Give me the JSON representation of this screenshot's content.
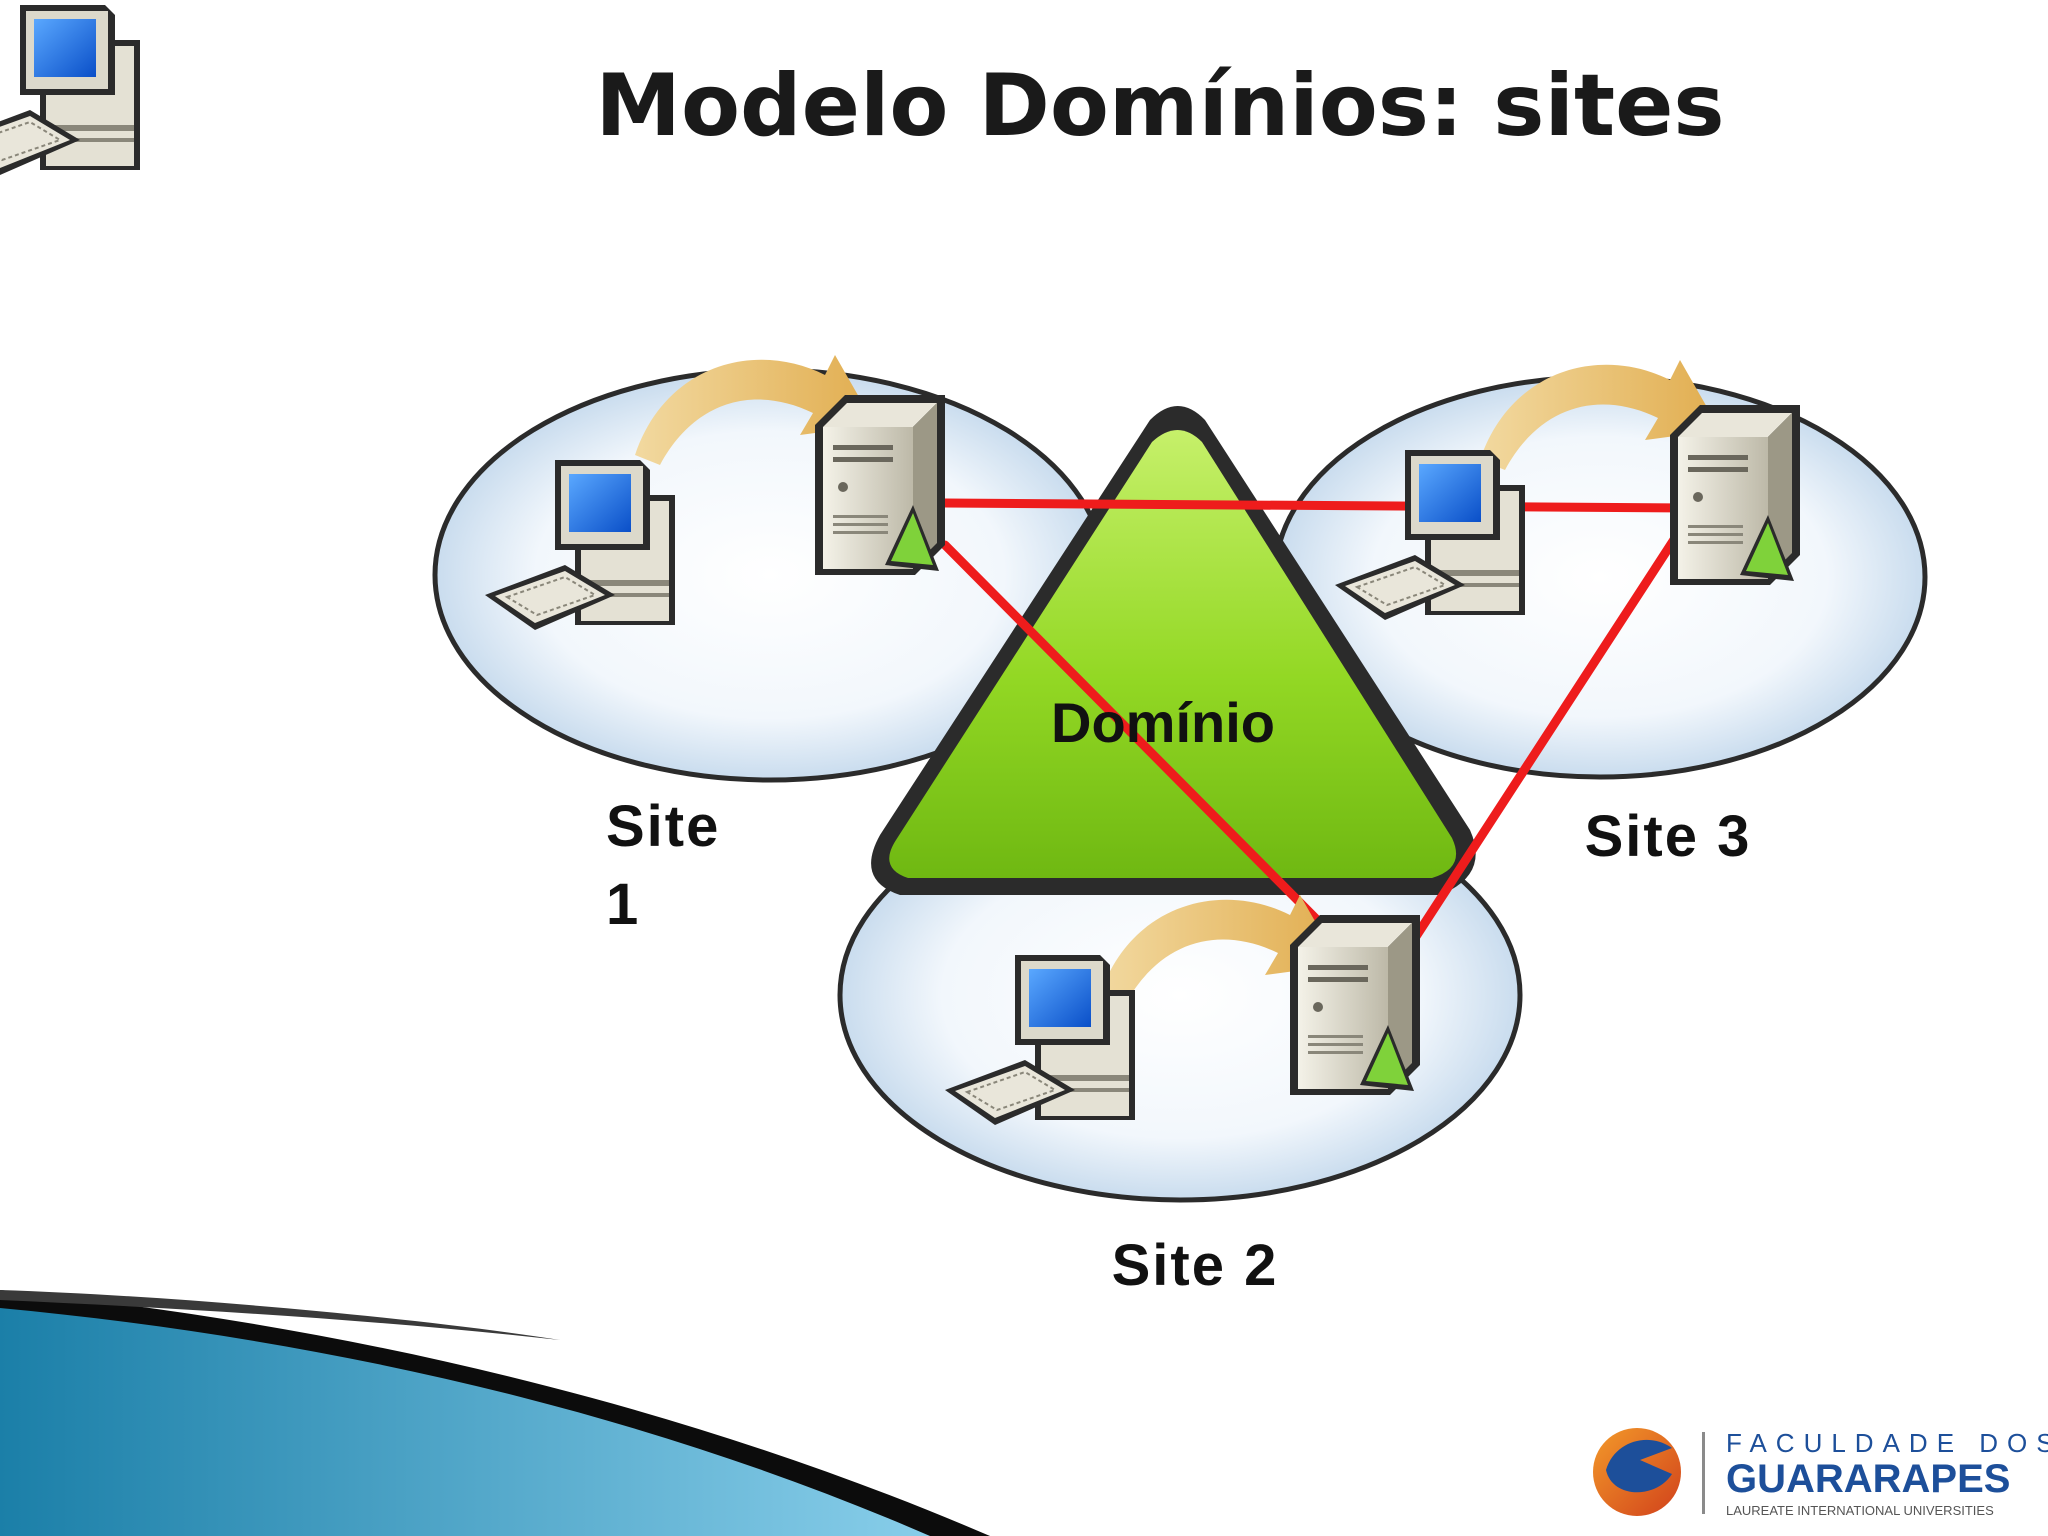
{
  "slide": {
    "title": "Modelo Domínios: sites"
  },
  "diagram": {
    "domain_label": "Domínio",
    "sites": [
      {
        "label_line1": "Site",
        "label_line2": "1"
      },
      {
        "label": "Site 2"
      },
      {
        "label": "Site 3"
      }
    ],
    "colors": {
      "link": "#ee1c1c",
      "site_fill": "#dce8f4",
      "triangle": "#8fd61e",
      "arrow": "#e3b55c"
    }
  },
  "logo": {
    "line1": "FACULDADE DOS",
    "line2": "GUARARAPES",
    "line3": "LAUREATE INTERNATIONAL UNIVERSITIES"
  }
}
